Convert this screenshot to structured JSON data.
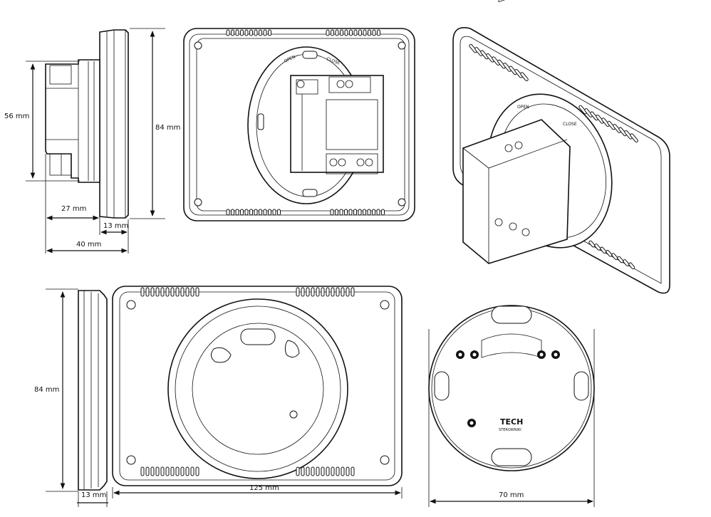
{
  "dimensions": {
    "side_height": "56 mm",
    "side_depth_body": "27 mm",
    "side_depth_front": "13 mm",
    "side_depth_total": "40 mm",
    "side_overall_height": "84 mm",
    "front_height": "84 mm",
    "front_depth": "13 mm",
    "front_width": "125 mm",
    "plate_width": "70 mm"
  },
  "labels": {
    "open": "OPEN",
    "close": "CLOSE",
    "brand": "TECH",
    "brand_sub": "STEROWNIKI"
  },
  "colors": {
    "line": "#111111",
    "background": "#ffffff"
  }
}
